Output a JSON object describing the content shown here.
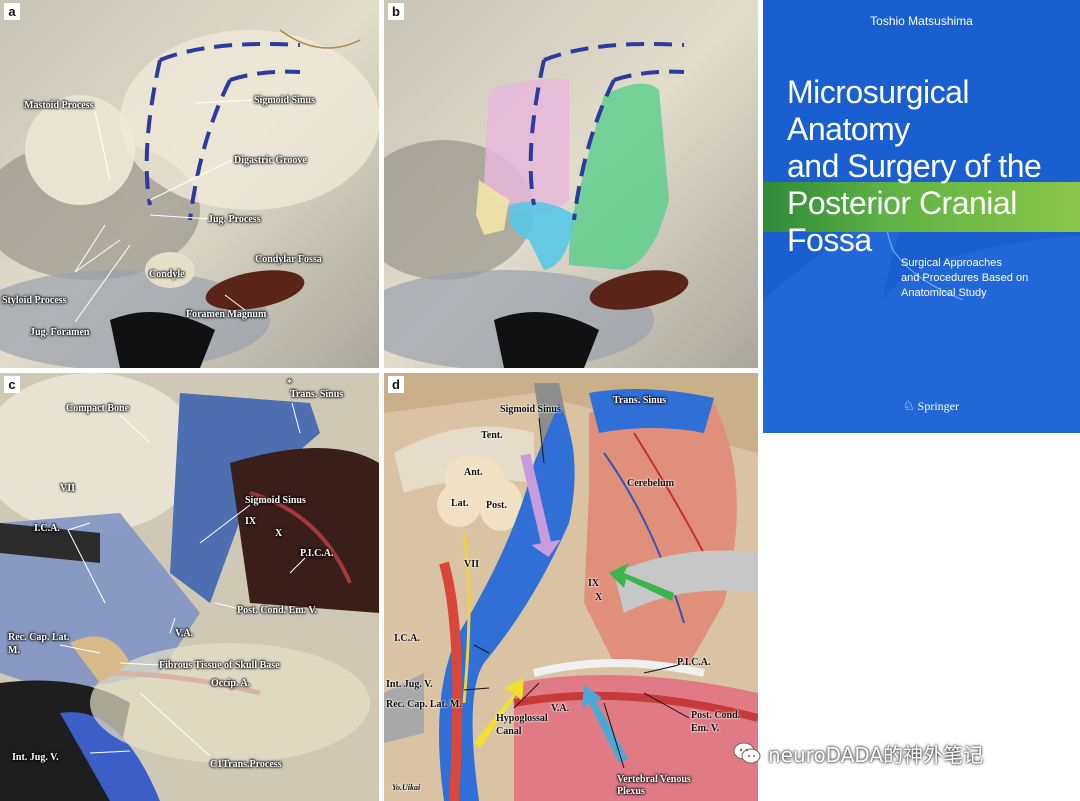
{
  "panels": {
    "a": {
      "letter": "a",
      "labels": {
        "sigmoid_sinus": "Sigmoid Sinus",
        "mastoid_process": "Mastoid Process",
        "digastric_groove": "Digastric Groove",
        "jug_process": "Jug. Process",
        "condylar_fossa": "Condylar Fossa",
        "condyle": "Condyle",
        "styloid_process": "Styloid Process",
        "foramen_magnum": "Foramen Magnum",
        "jug_foramen": "Jug. Foramen"
      }
    },
    "b": {
      "letter": "b"
    },
    "c": {
      "letter": "c",
      "labels": {
        "asterisk": "*",
        "trans_sinus": "Trans. Sinus",
        "compact_bone": "Compact Bone",
        "vii": "VII",
        "sigmoid_sinus": "Sigmoid Sinus",
        "ix": "IX",
        "x": "X",
        "ica": "I.C.A.",
        "pica": "P.I.C.A.",
        "post_cond_em_v": "Post. Cond. Em. V.",
        "va": "V.A.",
        "rec_cap_lat_m": "Rec. Cap. Lat.",
        "rec_cap_lat_m2": "M.",
        "fibrous_tissue": "Fibrous Tissue of Skull Base",
        "occip_a": "Occip. A.",
        "c1_trans_process": "C1Trans.Process",
        "int_jug_v": "Int. Jug. V."
      }
    },
    "d": {
      "letter": "d",
      "labels": {
        "sigmoid_sinus": "Sigmoid Sinus",
        "trans_sinus": "Trans. Sinus",
        "tent": "Tent.",
        "ant": "Ant.",
        "lat": "Lat.",
        "post": "Post.",
        "cerebelum": "Cerebelum",
        "vii": "VII",
        "ix": "IX",
        "x": "X",
        "ica": "I.C.A.",
        "pica": "P.I.C.A.",
        "int_jug_v": "Int. Jug. V.",
        "rec_cap_lat_m": "Rec. Cap. Lat. M.",
        "va": "V.A.",
        "post_cond_em_v": "Post. Cond.",
        "post_cond_em_v2": "Em. V.",
        "hypoglossal_canal": "Hypoglossal",
        "hypoglossal_canal2": "Canal",
        "vertebral_venous_plexus": "Vertebral Venous",
        "vertebral_venous_plexus2": "Plexus",
        "signature": "Yo.Uikai"
      }
    }
  },
  "cover": {
    "author": "Toshio Matsushima",
    "title_line1": "Microsurgical Anatomy",
    "title_line2": "and Surgery of the",
    "title_line3": "Posterior Cranial Fossa",
    "subtitle_line1": "Surgical Approaches",
    "subtitle_line2": "and Procedures Based on",
    "subtitle_line3": "Anatomical Study",
    "publisher": "Springer",
    "colors": {
      "background": "#1a5fd0",
      "band": "#5fb244"
    }
  },
  "watermark": {
    "text": "neuroDADA的神外笔记",
    "icon": "wechat-icon"
  }
}
